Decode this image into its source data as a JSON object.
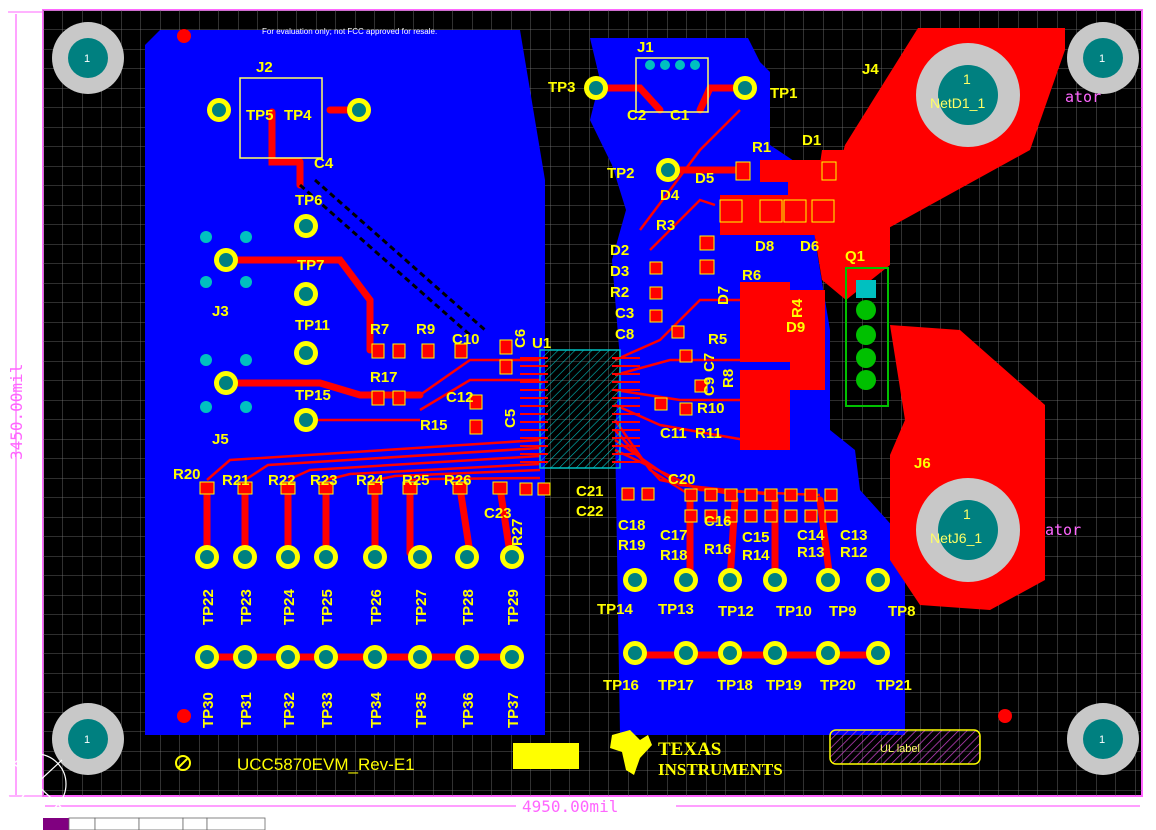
{
  "board": {
    "name": "UCC5870EVM_Rev-E1",
    "width_dim": "4950.00mil",
    "height_dim": "3450.00mil",
    "notice": "For evaluation only; not FCC approved for resale.",
    "logo_line1": "Texas",
    "logo_line2": "Instruments",
    "ul_label": "UL label",
    "colors": {
      "top_copper": "#0000ff",
      "bottom_copper": "#ff0000",
      "silk": "#ffff00",
      "background": "#000000",
      "pad": "#008080",
      "mech": "#ff66ff"
    }
  },
  "mount_holes": [
    {
      "id": "mh-tl",
      "label": "1"
    },
    {
      "id": "mh-tr",
      "label": "1"
    },
    {
      "id": "mh-bl",
      "label": "1"
    },
    {
      "id": "mh-br",
      "label": "1"
    }
  ],
  "connectors": {
    "J1": "J1",
    "J2": "J2",
    "J3": "J3",
    "J4": "J4",
    "J5": "J5",
    "J6": "J6",
    "netD1": "NetD1_1",
    "netJ6": "NetJ6_1",
    "pin1": "1",
    "stator": "ator"
  },
  "components": {
    "U1": "U1",
    "Q1": "Q1",
    "C1": "C1",
    "C2": "C2",
    "C3": "C3",
    "C4": "C4",
    "C5": "C5",
    "C6": "C6",
    "C7": "C7",
    "C8": "C8",
    "C9": "C9",
    "C10": "C10",
    "C11": "C11",
    "C12": "C12",
    "C13": "C13",
    "C14": "C14",
    "C15": "C15",
    "C16": "C16",
    "C17": "C17",
    "C18": "C18",
    "C20": "C20",
    "C21": "C21",
    "C22": "C22",
    "C23": "C23",
    "R1": "R1",
    "R2": "R2",
    "R3": "R3",
    "R4": "R4",
    "R5": "R5",
    "R6": "R6",
    "R7": "R7",
    "R8": "R8",
    "R9": "R9",
    "R10": "R10",
    "R11": "R11",
    "R12": "R12",
    "R13": "R13",
    "R14": "R14",
    "R15": "R15",
    "R16": "R16",
    "R17": "R17",
    "R18": "R18",
    "R19": "R19",
    "R20": "R20",
    "R21": "R21",
    "R22": "R22",
    "R23": "R23",
    "R24": "R24",
    "R25": "R25",
    "R26": "R26",
    "R27": "R27",
    "D1": "D1",
    "D2": "D2",
    "D3": "D3",
    "D4": "D4",
    "D5": "D5",
    "D6": "D6",
    "D7": "D7",
    "D8": "D8",
    "D9": "D9"
  },
  "test_points": {
    "TP1": "TP1",
    "TP2": "TP2",
    "TP3": "TP3",
    "TP4": "TP4",
    "TP5": "TP5",
    "TP6": "TP6",
    "TP7": "TP7",
    "TP11": "TP11",
    "TP15": "TP15",
    "bottom_left_row1": [
      "TP22",
      "TP23",
      "TP24",
      "TP25",
      "TP26",
      "TP27",
      "TP28",
      "TP29"
    ],
    "bottom_left_row2": [
      "TP30",
      "TP31",
      "TP32",
      "TP33",
      "TP34",
      "TP35",
      "TP36",
      "TP37"
    ],
    "right_row1": [
      "TP14",
      "TP13",
      "TP12",
      "TP10",
      "TP9",
      "TP8"
    ],
    "right_row2": [
      "TP16",
      "TP17",
      "TP18",
      "TP19",
      "TP20",
      "TP21"
    ]
  }
}
